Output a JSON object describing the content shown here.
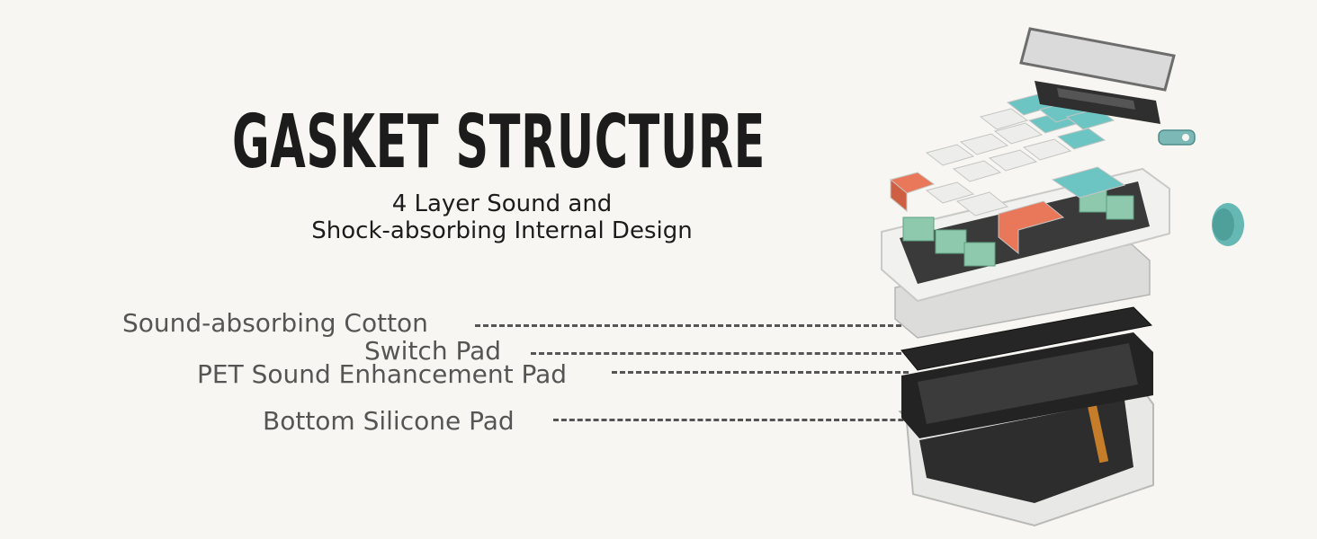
{
  "heading": {
    "title": "GASKET STRUCTURE",
    "subtitle_line1": "4 Layer Sound and",
    "subtitle_line2": "Shock-absorbing Internal Design"
  },
  "layers": [
    {
      "label": "Sound-absorbing Cotton"
    },
    {
      "label": "Switch Pad"
    },
    {
      "label": "PET Sound Enhancement Pad"
    },
    {
      "label": "Bottom Silicone Pad"
    }
  ],
  "colors": {
    "background": "#f7f6f2",
    "title": "#1c1c1c",
    "label": "#555555",
    "keycap_teal": "#6cc5c2",
    "keycap_orange": "#e9785a",
    "keycap_white": "#ededeb",
    "switch_green": "#8fc9ad"
  }
}
